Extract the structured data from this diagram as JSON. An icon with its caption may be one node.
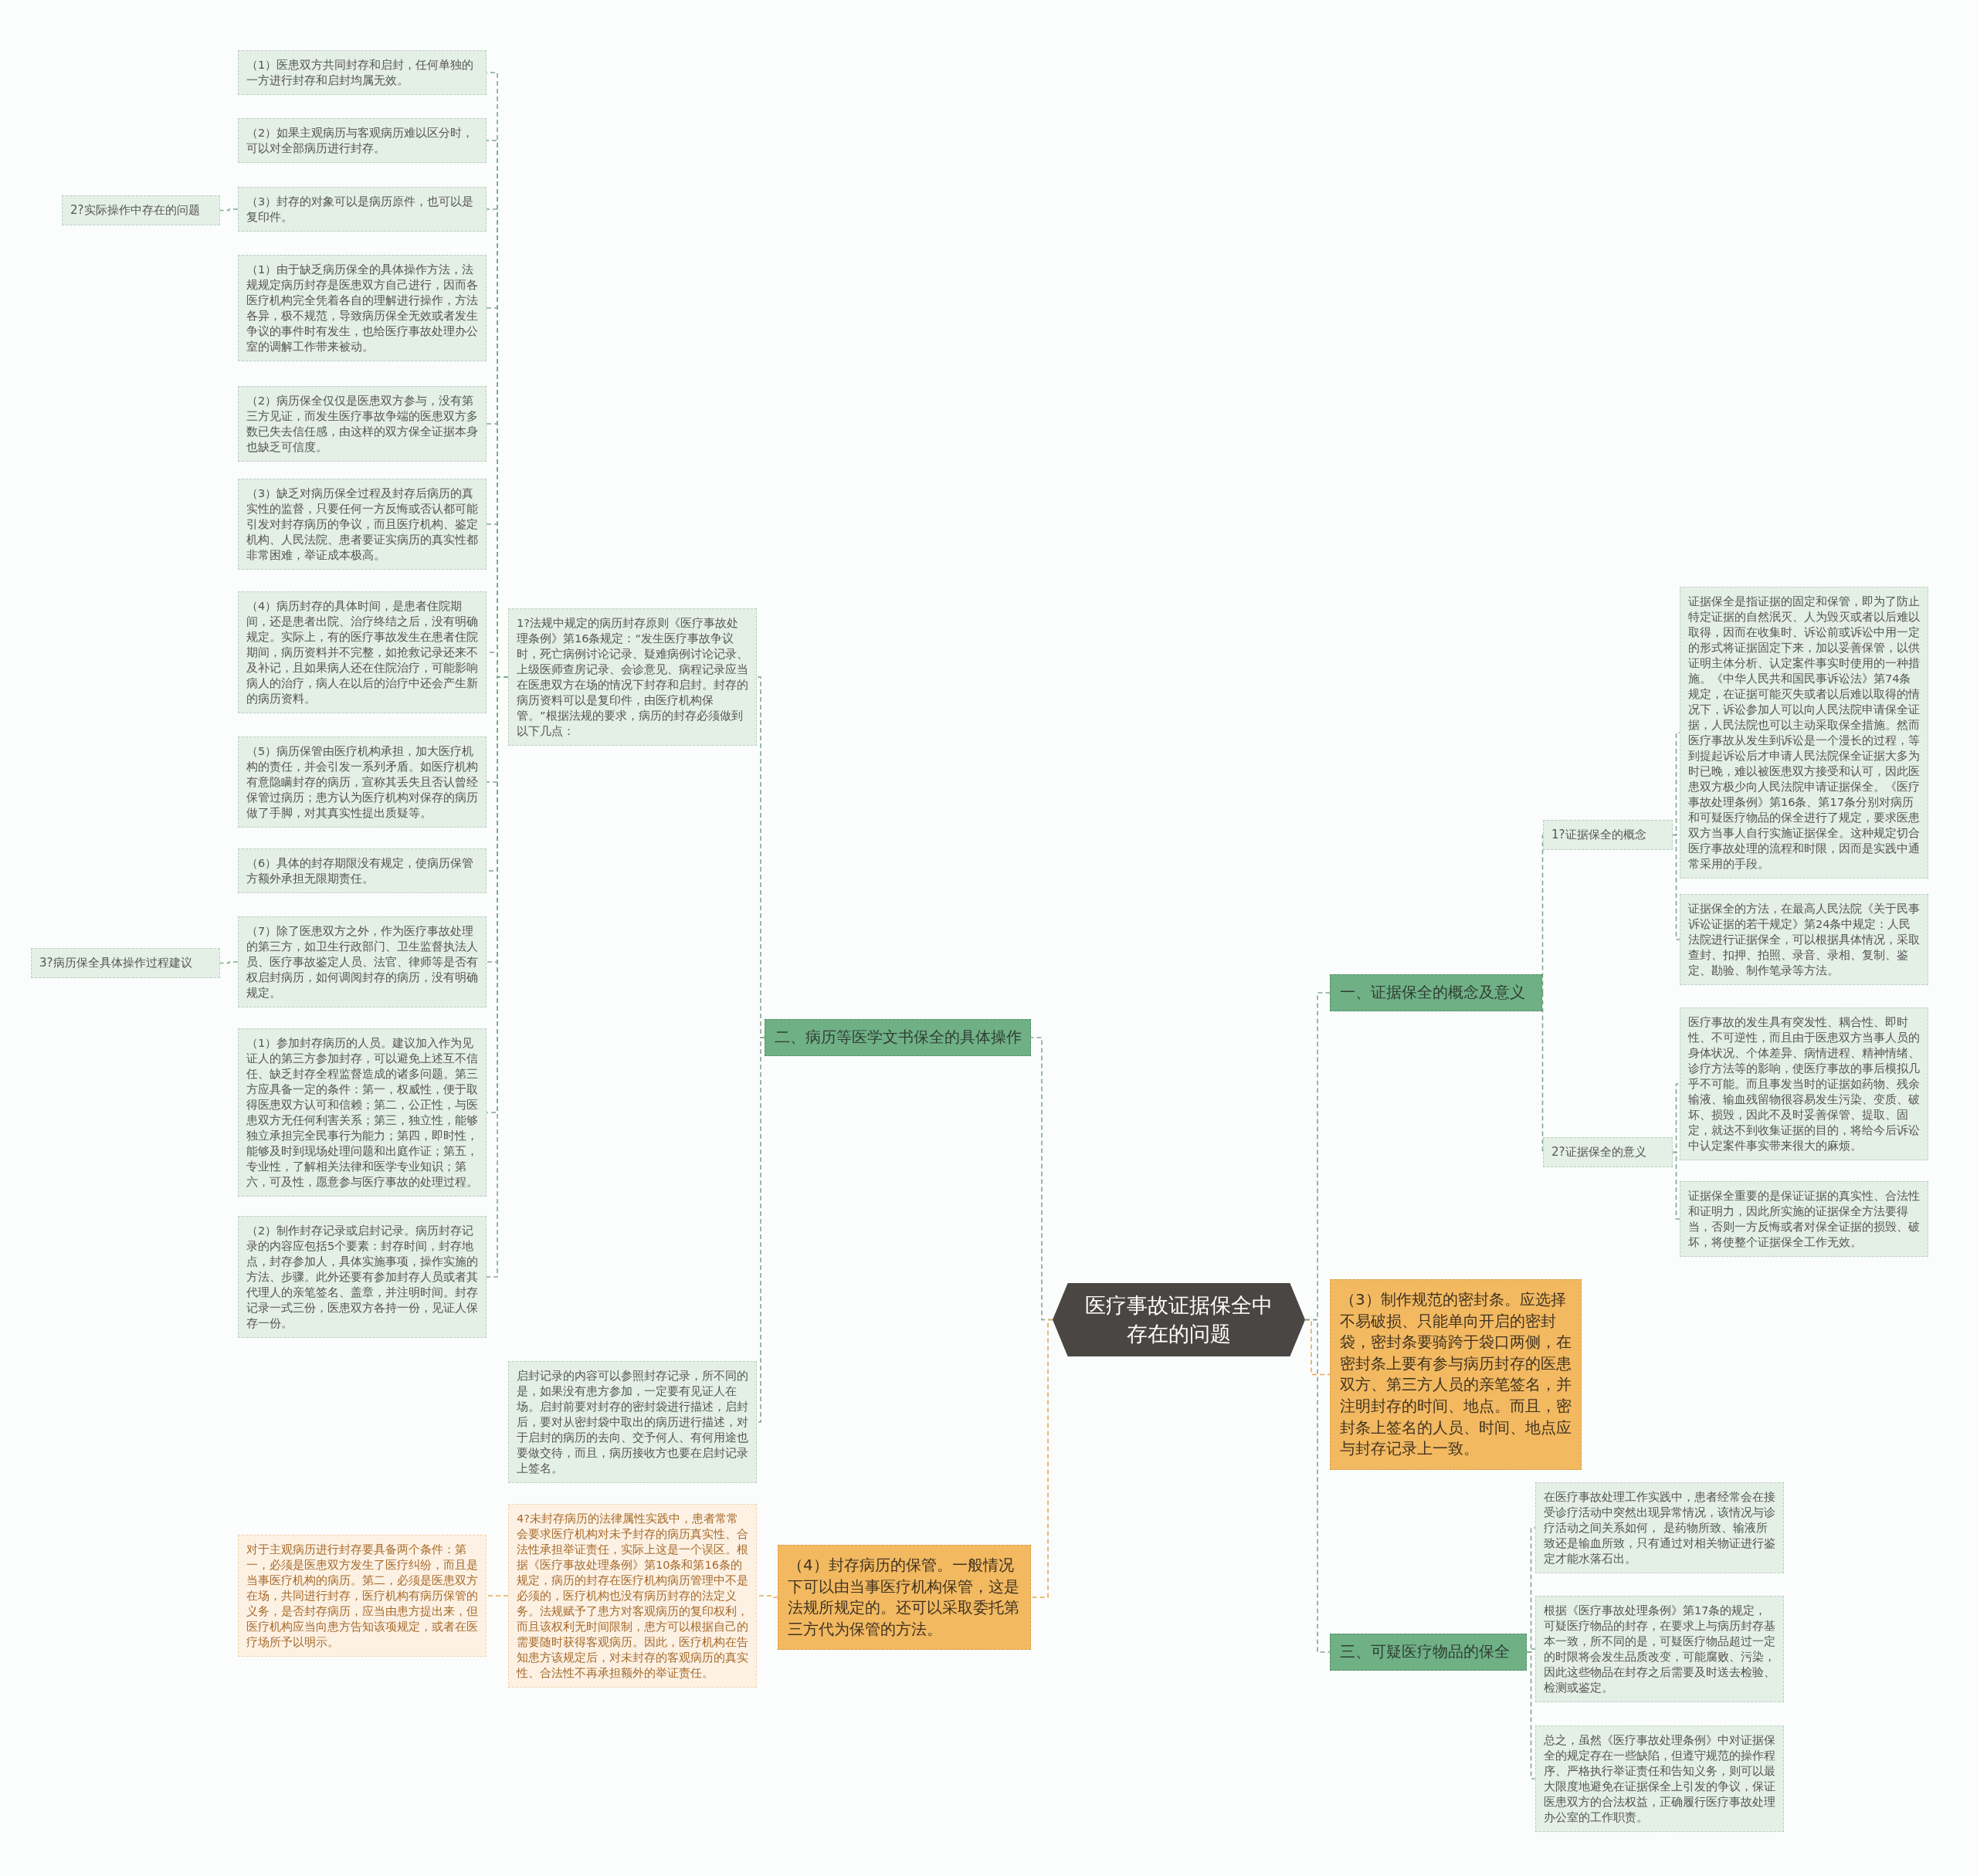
{
  "diagram": {
    "nodes": [
      {
        "text": [
          "医疗事故证据保全中存在的问题"
        ]
      },
      {
        "text": [
          "一、证据保全的概念及意义"
        ]
      },
      {
        "text": [
          "1?证据保全的概念"
        ]
      },
      {
        "text": [
          "证据保全是指证据的固定和保管，即为了防止特定证据的自然泯灭、人为毁灭或者以后难以取得，因而在收集时、诉讼前或诉讼中用一定的形式将证据固定下来，加以妥善保管，以供证明主体分析、认定案件事实时使用的一种措施。《中华人民共和国民事诉讼法》第74条规定，在证据可能灭失或者以后难以取得的情况下，诉讼参加人可以向人民法院申请保全证据，人民法院也可以主动采取保全措施。然而医疗事故从发生到诉讼是一个漫长的过程，等到提起诉讼后才申请人民法院保全证据大多为时已晚，难以被医患双方接受和认可，因此医患双方极少向人民法院申请证据保全。《医疗事故处理条例》第16条、第17条分别对病历和可疑医疗物品的保全进行了规定，要求医患双方当事人自行实施证据保全。这种规定切合医疗事故处理的流程和时限，因而是实践中通常采用的手段。"
        ]
      },
      {
        "text": [
          "证据保全的方法，在最高人民法院《关于民事诉讼证据的若干规定》第24条中规定：人民法院进行证据保全，可以根据具体情况，采取查封、扣押、拍照、录音、录相、复制、鉴定、勘验、制作笔录等方法。"
        ]
      },
      {
        "text": [
          "2?证据保全的意义"
        ]
      },
      {
        "text": [
          "医疗事故的发生具有突发性、耦合性、即时性、不可逆性，而且由于医患双方当事人员的身体状况、个体差异、病情进程、精神情绪、诊疗方法等的影响，使医疗事故的事后模拟几乎不可能。而且事发当时的证据如药物、残余输液、输血残留物很容易发生污染、变质、破坏、损毁，因此不及时妥善保管、提取、固定，就达不到收集证据的目的，将给今后诉讼中认定案件事实带来很大的麻烦。"
        ]
      },
      {
        "text": [
          "证据保全重要的是保证证据的真实性、合法性和证明力，因此所实施的证据保全方法要得当，否则一方反悔或者对保全证据的损毁、破坏，将使整个证据保全工作无效。"
        ]
      },
      {
        "text": [
          "（3）制作规范的密封条。应选择不易破损、只能单向开启的密封袋，密封条要骑跨于袋口两侧，在密封条上要有参与病历封存的医患双方、第三方人员的亲笔签名，并注明封存的时间、地点。而且，密封条上签名的人员、时间、地点应与封存记录上一致。"
        ]
      },
      {
        "text": [
          "三、可疑医疗物品的保全"
        ]
      },
      {
        "text": [
          "在医疗事故处理工作实践中，患者经常会在接受诊疗活动中突然出现异常情况，该情况与诊疗活动之间关系如何， 是药物所致、输液所致还是输血所致，只有通过对相关物证进行鉴定才能水落石出。"
        ]
      },
      {
        "text": [
          "根据《医疗事故处理条例》第17条的规定，可疑医疗物品的封存，在要求上与病历封存基本一致，所不同的是，可疑医疗物品超过一定的时限将会发生品质改变，可能腐败、污染，因此这些物品在封存之后需要及时送去检验、检测或鉴定。"
        ]
      },
      {
        "text": [
          "总之，虽然《医疗事故处理条例》中对证据保全的规定存在一些缺陷，但遵守规范的操作程序、严格执行举证责任和告知义务，则可以最大限度地避免在证据保全上引发的争议，保证医患双方的合法权益，正确履行医疗事故处理办公室的工作职责。"
        ]
      },
      {
        "text": [
          "二、病历等医学文书保全的具体操作"
        ]
      },
      {
        "text": [
          "1?法规中规定的病历封存原则《医疗事故处理条例》第16条规定：“发生医疗事故争议时，死亡病例讨论记录、疑难病例讨论记录、上级医师查房记录、会诊意见、病程记录应当在医患双方在场的情况下封存和启封。封存的病历资料可以是复印件，由医疗机构保管。”根据法规的要求，病历的封存必须做到以下几点："
        ]
      },
      {
        "text": [
          "（1）医患双方共同封存和启封，任何单独的一方进行封存和启封均属无效。"
        ]
      },
      {
        "text": [
          "（2）如果主观病历与客观病历难以区分时，可以对全部病历进行封存。"
        ]
      },
      {
        "text": [
          "（3）封存的对象可以是病历原件，也可以是复印件。"
        ]
      },
      {
        "text": [
          "2?实际操作中存在的问题"
        ]
      },
      {
        "text": [
          "（1）由于缺乏病历保全的具体操作方法，法规规定病历封存是医患双方自己进行，因而各医疗机构完全凭着各自的理解进行操作，方法各异，极不规范，导致病历保全无效或者发生争议的事件时有发生，也给医疗事故处理办公室的调解工作带来被动。"
        ]
      },
      {
        "text": [
          "（2）病历保全仅仅是医患双方参与，没有第三方见证，而发生医疗事故争端的医患双方多数已失去信任感，由这样的双方保全证据本身也缺乏可信度。"
        ]
      },
      {
        "text": [
          "（3）缺乏对病历保全过程及封存后病历的真实性的监督，只要任何一方反悔或否认都可能引发对封存病历的争议，而且医疗机构、鉴定机构、人民法院、患者要证实病历的真实性都非常困难，举证成本极高。"
        ]
      },
      {
        "text": [
          "（4）病历封存的具体时间，是患者住院期间，还是患者出院、治疗终结之后，没有明确规定。实际上，有的医疗事故发生在患者住院期间，病历资料并不完整，如抢救记录还来不及补记，且如果病人还在住院治疗，可能影响病人的治疗，病人在以后的治疗中还会产生新的病历资料。"
        ]
      },
      {
        "text": [
          "（5）病历保管由医疗机构承担，加大医疗机构的责任，并会引发一系列矛盾。如医疗机构有意隐瞒封存的病历，宣称其丢失且否认曾经保管过病历；患方认为医疗机构对保存的病历做了手脚，对其真实性提出质疑等。"
        ]
      },
      {
        "text": [
          "（6）具体的封存期限没有规定，使病历保管方额外承担无限期责任。"
        ]
      },
      {
        "text": [
          "（7）除了医患双方之外，作为医疗事故处理的第三方，如卫生行政部门、卫生监督执法人员、医疗事故鉴定人员、法官、律师等是否有权启封病历，如何调阅封存的病历，没有明确规定。"
        ]
      },
      {
        "text": [
          "3?病历保全具体操作过程建议"
        ]
      },
      {
        "text": [
          "（1）参加封存病历的人员。建议加入作为见证人的第三方参加封存，可以避免上述互不信任、缺乏封存全程监督造成的诸多问题。第三方应具备一定的条件：第一，权威性，便于取得医患双方认可和信赖；第二，公正性，与医患双方无任何利害关系；第三，独立性，能够独立承担完全民事行为能力；第四，即时性，能够及时到现场处理问题和出庭作证；第五，专业性，了解相关法律和医学专业知识；第六，可及性，愿意参与医疗事故的处理过程。"
        ]
      },
      {
        "text": [
          "（2）制作封存记录或启封记录。病历封存记录的内容应包括5个要素：封存时间，封存地点，封存参加人，具体实施事项，操作实施的方法、步骤。此外还要有参加封存人员或者其代理人的亲笔签名、盖章，并注明时间。封存记录一式三份，医患双方各持一份，见证人保存一份。"
        ]
      },
      {
        "text": [
          "启封记录的内容可以参照封存记录，所不同的是，如果没有患方参加，一定要有见证人在场。启封前要对封存的密封袋进行描述，启封后，要对从密封袋中取出的病历进行描述，对于启封的病历的去向、交予何人、有何用途也要做交待，而且，病历接收方也要在启封记录上签名。"
        ]
      },
      {
        "text": [
          "（4）封存病历的保管。一般情况下可以由当事医疗机构保管，这是法规所规定的。还可以采取委托第三方代为保管的方法。"
        ]
      },
      {
        "text": [
          "4?未封存病历的法律属性实践中，患者常常会要求医疗机构对未予封存的病历真实性、合法性承担举证责任，实际上这是一个误区。根据《医疗事故处理条例》第10条和第16条的规定，病历的封存在医疗机构病历管理中不是必须的，医疗机构也没有病历封存的法定义务。法规赋予了患方对客观病历的复印权利，而且该权利无时间限制，患方可以根据自己的需要随时获得客观病历。因此，医疗机构在告知患方该规定后，对未封存的客观病历的真实性、合法性不再承担额外的举证责任。"
        ]
      },
      {
        "text": [
          "对于主观病历进行封存要具备两个条件：第一，必须是医患双方发生了医疗纠纷，而且是当事医疗机构的病历。第二，必须是医患双方在场，共同进行封存，医疗机构有病历保管的义务，是否封存病历，应当由患方提出来，但医疗机构应当向患方告知该项规定，或者在医疗场所予以明示。"
        ]
      }
    ],
    "edges": [
      {
        "from": 0,
        "to": 1,
        "arrow": "none"
      },
      {
        "from": 1,
        "to": 2,
        "arrow": "none"
      },
      {
        "from": 2,
        "to": 3,
        "arrow": "none"
      },
      {
        "from": 2,
        "to": 4,
        "arrow": "none"
      },
      {
        "from": 1,
        "to": 5,
        "arrow": "none"
      },
      {
        "from": 5,
        "to": 6,
        "arrow": "none"
      },
      {
        "from": 5,
        "to": 7,
        "arrow": "none"
      },
      {
        "from": 0,
        "to": 8,
        "arrow": "none",
        "color": "#e9a84e"
      },
      {
        "from": 0,
        "to": 9,
        "arrow": "none"
      },
      {
        "from": 9,
        "to": 10,
        "arrow": "none"
      },
      {
        "from": 9,
        "to": 11,
        "arrow": "none"
      },
      {
        "from": 9,
        "to": 12,
        "arrow": "none"
      },
      {
        "from": 0,
        "to": 13,
        "arrow": "none"
      },
      {
        "from": 13,
        "to": 14,
        "arrow": "none"
      },
      {
        "from": 14,
        "to": 15,
        "arrow": "none"
      },
      {
        "from": 14,
        "to": 16,
        "arrow": "none"
      },
      {
        "from": 14,
        "to": 17,
        "arrow": "none"
      },
      {
        "from": 17,
        "to": 18,
        "arrow": "none"
      },
      {
        "from": 14,
        "to": 19,
        "arrow": "none"
      },
      {
        "from": 14,
        "to": 20,
        "arrow": "none"
      },
      {
        "from": 14,
        "to": 21,
        "arrow": "none"
      },
      {
        "from": 14,
        "to": 22,
        "arrow": "none"
      },
      {
        "from": 14,
        "to": 23,
        "arrow": "none"
      },
      {
        "from": 14,
        "to": 24,
        "arrow": "none"
      },
      {
        "from": 14,
        "to": 25,
        "arrow": "none"
      },
      {
        "from": 25,
        "to": 26,
        "arrow": "none"
      },
      {
        "from": 14,
        "to": 27,
        "arrow": "none"
      },
      {
        "from": 14,
        "to": 28,
        "arrow": "none"
      },
      {
        "from": 13,
        "to": 29,
        "arrow": "none"
      },
      {
        "from": 0,
        "to": 30,
        "arrow": "none",
        "color": "#e9a84e"
      },
      {
        "from": 30,
        "to": 31,
        "arrow": "none",
        "color": "#e9a84e"
      },
      {
        "from": 31,
        "to": 32,
        "arrow": "none",
        "color": "#e9a84e"
      }
    ]
  }
}
